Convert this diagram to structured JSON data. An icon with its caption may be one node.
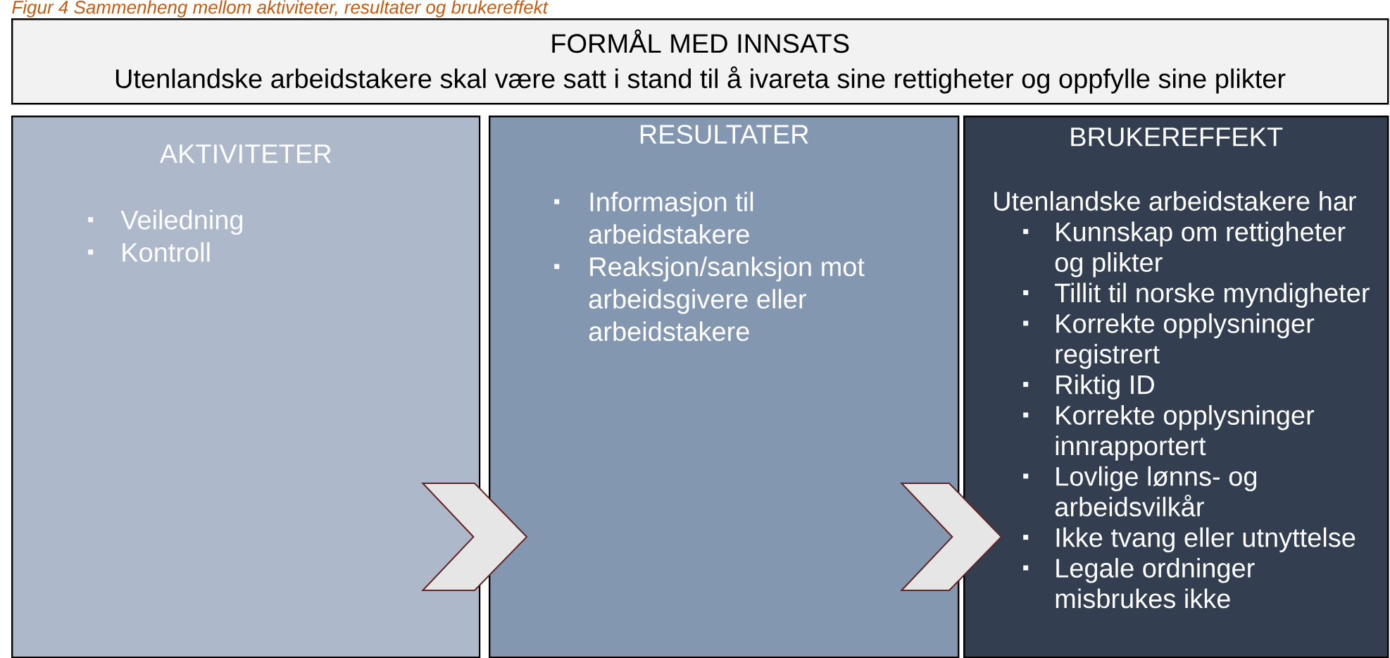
{
  "diagram": {
    "title": "Figur 4 Sammenheng mellom aktiviteter, resultater og brukereffekt",
    "nodes": [
      {
        "text": [
          "FORMÅL MED INNSATS",
          "Utenlandske arbeidstakere skal være satt i stand til å ivareta sine rettigheter og oppfylle sine plikter"
        ]
      },
      {
        "text": [
          "AKTIVITETER",
          "Veiledning",
          "Kontroll"
        ]
      },
      {
        "text": [
          "RESULTATER",
          "Informasjon til arbeidstakere",
          "Reaksjon/sanksjon mot arbeidsgivere eller arbeidstakere"
        ]
      },
      {
        "text": [
          "BRUKEREFFEKT",
          "Utenlandske arbeidstakere har",
          "Kunnskap om rettigheter og plikter",
          "Tillit til norske myndigheter",
          "Korrekte opplysninger registrert",
          "Riktig ID",
          "Korrekte opplysninger innrapportert",
          "Lovlige lønns- og arbeidsvilkår",
          "Ikke tvang eller utnyttelse",
          "Legale ordninger misbrukes ikke"
        ]
      }
    ],
    "edges": [
      {
        "from": 1,
        "to": 2,
        "arrow": "to"
      },
      {
        "from": 2,
        "to": 3,
        "arrow": "to"
      }
    ]
  }
}
